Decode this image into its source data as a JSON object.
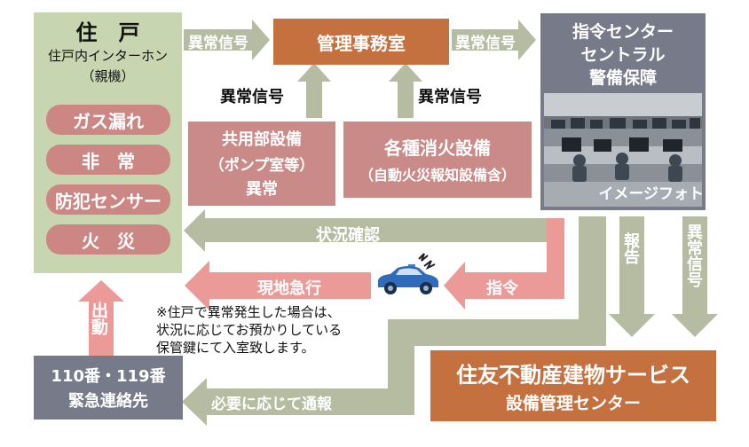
{
  "residence": {
    "title": "住　戸",
    "subtitle": "住戸内インターホン",
    "subtitle2": "（親機）",
    "alarms": [
      "ガス漏れ",
      "非　常",
      "防犯センサー",
      "火　災"
    ]
  },
  "management_office": "管理事務室",
  "command_center": {
    "line1": "指令センター",
    "line2": "セントラル",
    "line3": "警備保障",
    "photo_caption": "イメージフォト"
  },
  "shared_equipment": {
    "line1": "共用部設備",
    "line2": "（ポンプ室等）",
    "line3": "異常"
  },
  "fire_equipment": {
    "line1": "各種消火設備",
    "line2": "（自動火災報知設備含）"
  },
  "emergency_contacts": {
    "line1": "110番・119番",
    "line2": "緊急連絡先"
  },
  "sumitomo": {
    "line1": "住友不動産建物サービス",
    "line2": "設備管理センター"
  },
  "arrows": {
    "abnormal_signal": "異常信号",
    "status_check": "状況確認",
    "rush_to_site": "現地急行",
    "command": "指令",
    "dispatch": "出動",
    "report": "報告",
    "notify_if_needed": "必要に応じて通報"
  },
  "note": {
    "line1": "※住戸で異常発生した場合は、",
    "line2": "状況に応じてお預かりしている",
    "line3": "保管鍵にて入室致します。"
  },
  "colors": {
    "green_box": "#c7d6b0",
    "orange_box": "#c4703f",
    "rose_box": "#c98a88",
    "slate_box": "#777a88",
    "arrow_grey": "#b5bca2",
    "arrow_pink": "#ec9a98"
  }
}
